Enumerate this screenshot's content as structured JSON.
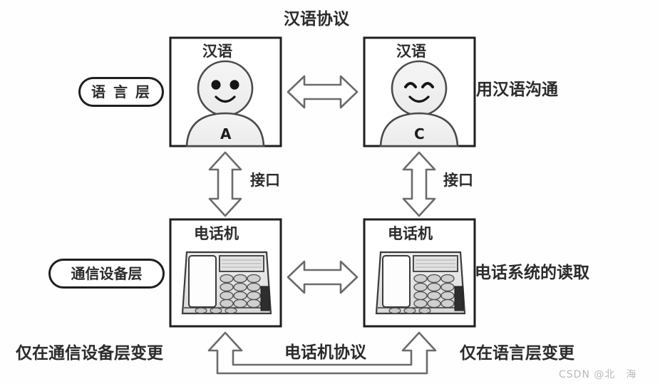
{
  "diagram": {
    "title_top": "汉语协议",
    "layers": [
      {
        "id": "language-layer",
        "label": "语 言 层"
      },
      {
        "id": "device-layer",
        "label": "通信设备层"
      }
    ],
    "boxes": [
      {
        "id": "person-a",
        "caption": "汉语",
        "letter": "A",
        "face": "dot-eyes"
      },
      {
        "id": "person-c",
        "caption": "汉语",
        "letter": "C",
        "face": "arc-eyes"
      },
      {
        "id": "phone-left",
        "caption": "电话机",
        "icon": "telephone-icon"
      },
      {
        "id": "phone-right",
        "caption": "电话机",
        "icon": "telephone-icon"
      }
    ],
    "arrow_labels": {
      "interface_left": "接口",
      "interface_right": "接口",
      "bottom_protocol": "电话机协议"
    },
    "side_notes": {
      "top_right": "用汉语沟通",
      "bottom_right": "电话系统的读取",
      "bottom_left_note": "仅在通信设备层变更",
      "bottom_right_note": "仅在语言层变更"
    },
    "watermark": "CSDN @北　海",
    "colors": {
      "stroke": "#1f1f1f",
      "arrow_stroke": "#6b6b6b",
      "text": "#2b2b2b",
      "fill_light": "#f2f2f2",
      "watermark": "#b9b9b9"
    }
  }
}
